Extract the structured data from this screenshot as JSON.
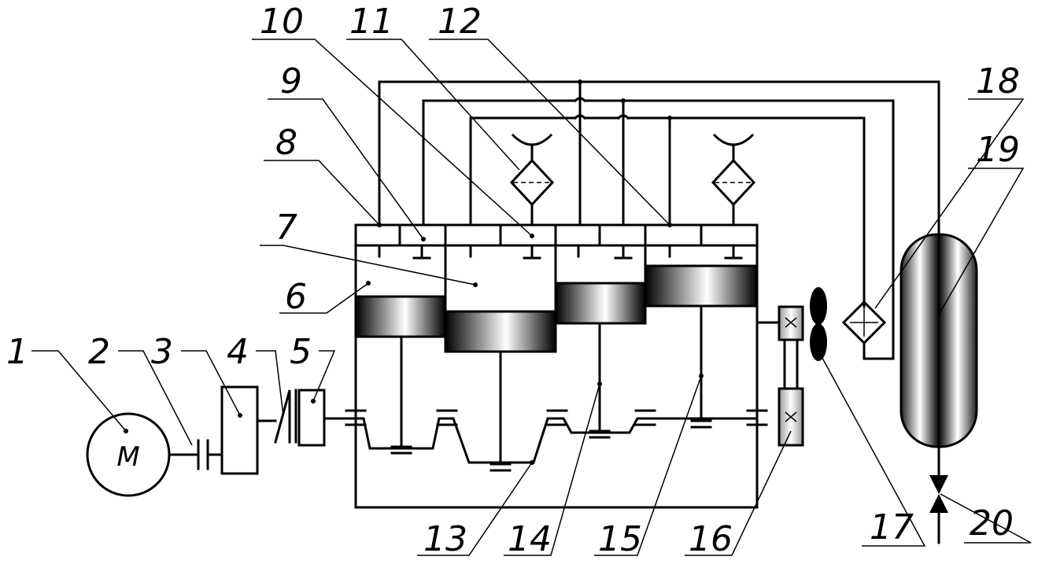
{
  "motor_symbol": "M",
  "callouts": [
    "1",
    "2",
    "3",
    "4",
    "5",
    "6",
    "7",
    "8",
    "9",
    "10",
    "11",
    "12",
    "13",
    "14",
    "15",
    "16",
    "17",
    "18",
    "19",
    "20"
  ],
  "colors": {
    "line": "#000000",
    "background": "#ffffff"
  }
}
